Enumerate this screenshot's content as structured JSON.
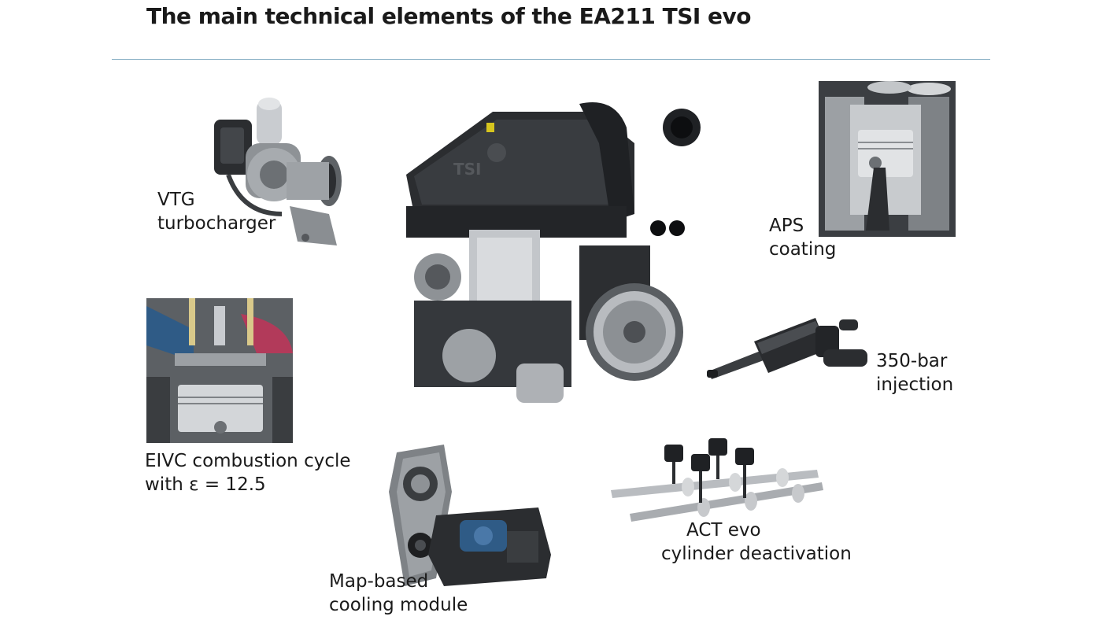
{
  "header": {
    "title": "The main technical elements of the EA211 TSI evo"
  },
  "colors": {
    "rule": "#8fb4c8",
    "engine_dark": "#2b2d30",
    "metal": "#b9bcc0",
    "blue": "#2f5b86"
  },
  "callouts": {
    "vtg": {
      "line1": "VTG",
      "line2": "turbocharger",
      "icon": "turbocharger-icon"
    },
    "aps": {
      "line1": "APS",
      "line2": "coating",
      "icon": "cylinder-block-icon"
    },
    "injection": {
      "line1": "350-bar",
      "line2": "injection",
      "icon": "fuel-injector-icon"
    },
    "eivc": {
      "line1": "EIVC combustion cycle",
      "line2": "with ε = 12.5",
      "icon": "combustion-chamber-icon"
    },
    "act": {
      "line1": "ACT evo",
      "line2": "cylinder deactivation",
      "icon": "camshaft-icon"
    },
    "cooling": {
      "line1": "Map-based",
      "line2": "cooling module",
      "icon": "cooling-module-icon"
    }
  },
  "engine": {
    "icon": "engine-icon",
    "cover_text": "TSI"
  }
}
